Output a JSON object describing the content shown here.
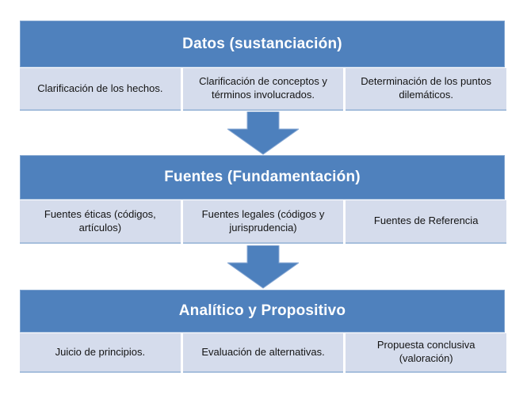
{
  "colors": {
    "accent_blue": "#4F81BD",
    "accent_border": "#7FA3CF",
    "row_background": "#D5DCEC",
    "row_bottom_border": "#A6BEDC",
    "header_text": "#FFFFFF",
    "body_text": "#141414"
  },
  "icons": {
    "arrow_1": "down-block-arrow",
    "arrow_2": "down-block-arrow"
  },
  "sections": [
    {
      "title": "Datos (sustanciación)",
      "items": [
        "Clarificación de los hechos.",
        "Clarificación de conceptos y términos involucrados.",
        "Determinación de los puntos dilemáticos."
      ]
    },
    {
      "title": "Fuentes (Fundamentación)",
      "items": [
        "Fuentes éticas (códigos, artículos)",
        "Fuentes legales (códigos y jurisprudencia)",
        "Fuentes de Referencia"
      ]
    },
    {
      "title": "Analítico y Propositivo",
      "items": [
        "Juicio de principios.",
        "Evaluación de alternativas.",
        "Propuesta conclusiva (valoración)"
      ]
    }
  ]
}
